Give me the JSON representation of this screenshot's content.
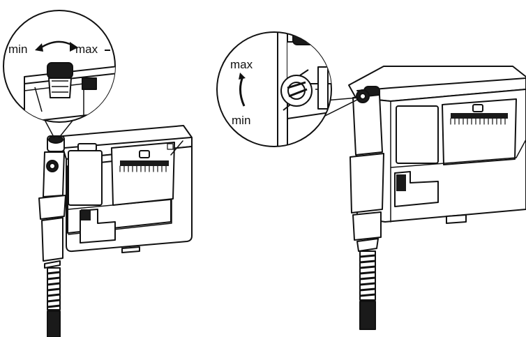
{
  "figure": {
    "left_inset": {
      "min_label": "min",
      "max_label": "max"
    },
    "right_inset": {
      "max_label": "max",
      "min_label": "min"
    }
  },
  "colors": {
    "line": "#111111",
    "fill": "#ffffff",
    "dark": "#1a1a1a"
  }
}
